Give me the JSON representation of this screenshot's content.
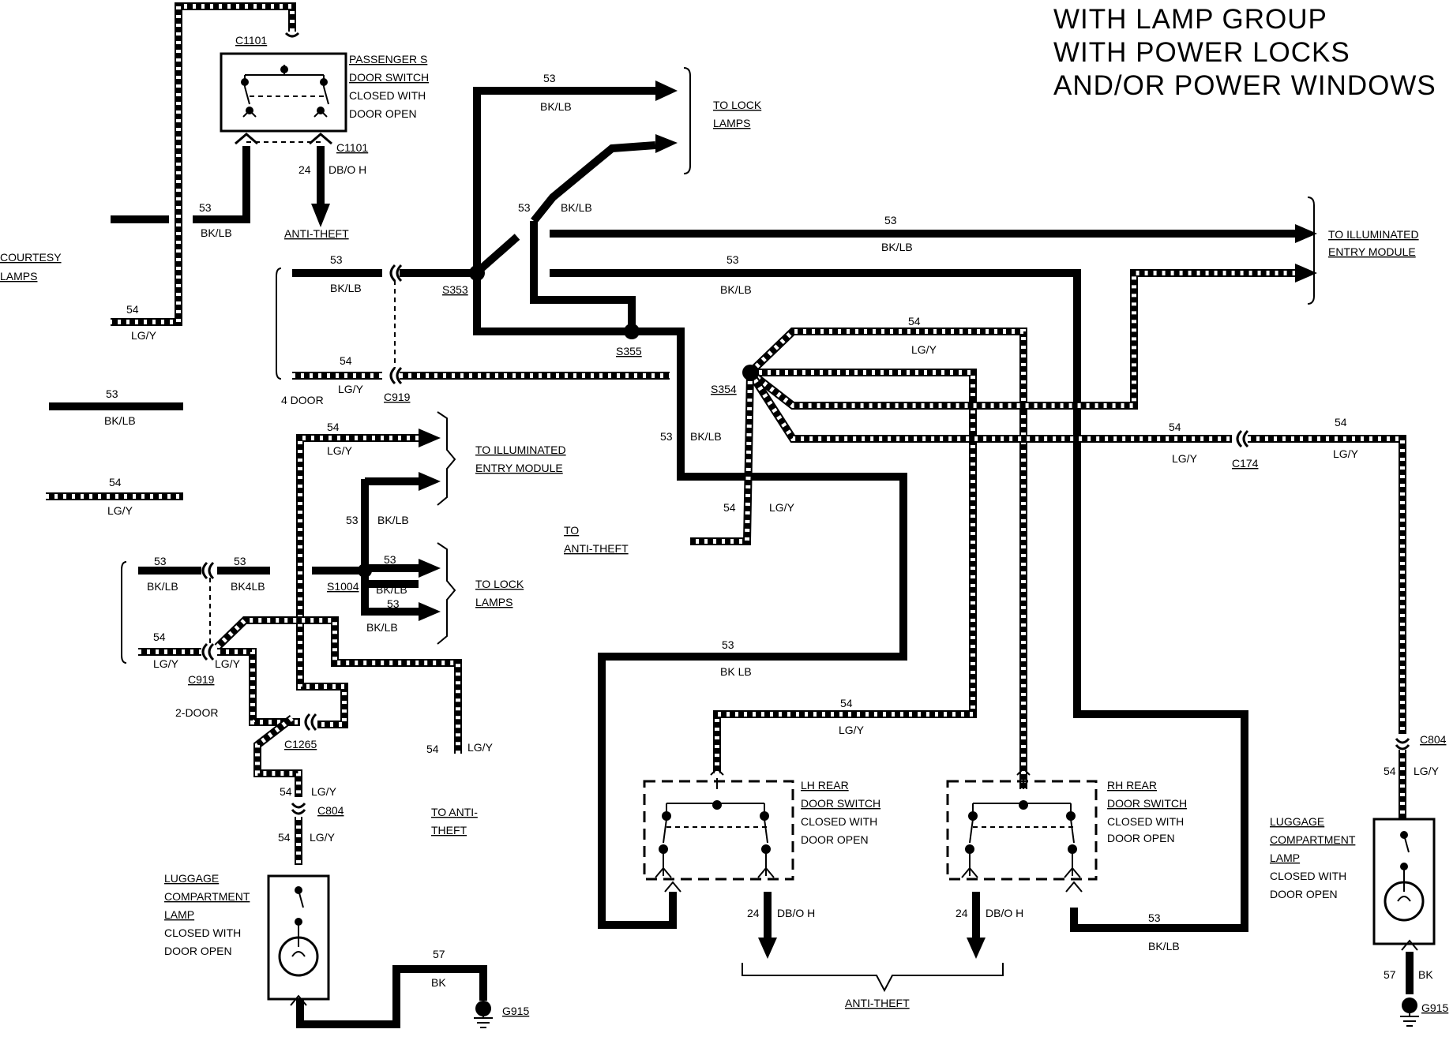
{
  "title": {
    "line1": "WITH LAMP GROUP",
    "line2": "WITH POWER LOCKS",
    "line3": "AND/OR POWER WINDOWS"
  },
  "labels": {
    "courtesy1": "COURTESY",
    "courtesy2": "LAMPS",
    "c1101_top": "C1101",
    "c1101_bot": "C1101",
    "pass1": "PASSENGER S",
    "pass2": "DOOR SWITCH",
    "pass3": "CLOSED WITH",
    "pass4": "DOOR OPEN",
    "anti_theft_1": "ANTI-THEFT",
    "to_lock1a": "TO LOCK",
    "to_lock1b": "LAMPS",
    "to_ill1a": "TO ILLUMINATED",
    "to_ill1b": "ENTRY MODULE",
    "to_ill2a": "TO ILLUMINATED",
    "to_ill2b": "ENTRY MODULE",
    "to_lock2a": "TO LOCK",
    "to_lock2b": "LAMPS",
    "to_anti2a": "TO",
    "to_anti2b": "ANTI-THEFT",
    "to_anti3a": "TO ANTI-",
    "to_anti3b": "THEFT",
    "s353": "S353",
    "s355": "S355",
    "s354": "S354",
    "s1004": "S1004",
    "c919_4": "C919",
    "c919_2": "C919",
    "c174": "C174",
    "c1265": "C1265",
    "c804_l": "C804",
    "c804_r": "C804",
    "g915_l": "G915",
    "g915_r": "G915",
    "four_door": "4 DOOR",
    "two_door": "2-DOOR",
    "lh1": "LH REAR",
    "lh2": "DOOR SWITCH",
    "lh3": "CLOSED WITH",
    "lh4": "DOOR OPEN",
    "rh1": "RH REAR",
    "rh2": "DOOR SWITCH",
    "rh3": "CLOSED WITH",
    "rh4": "DOOR OPEN",
    "lug_l1": "LUGGAGE",
    "lug_l2": "COMPARTMENT",
    "lug_l3": "LAMP",
    "lug_l4": "CLOSED WITH",
    "lug_l5": "DOOR OPEN",
    "lug_r1": "LUGGAGE",
    "lug_r2": "COMPARTMENT",
    "lug_r3": "LAMP",
    "lug_r4": "CLOSED WITH",
    "lug_r5": "DOOR OPEN",
    "anti_theft_bottom": "ANTI-THEFT"
  },
  "wires": {
    "n53": "53",
    "n54": "54",
    "n24": "24",
    "n57": "57",
    "bklb": "BK/LB",
    "bk_lb": "BK LB",
    "bk4lb": "BK4LB",
    "lgy": "LG/Y",
    "dboh": "DB/O H",
    "bk": "BK"
  }
}
